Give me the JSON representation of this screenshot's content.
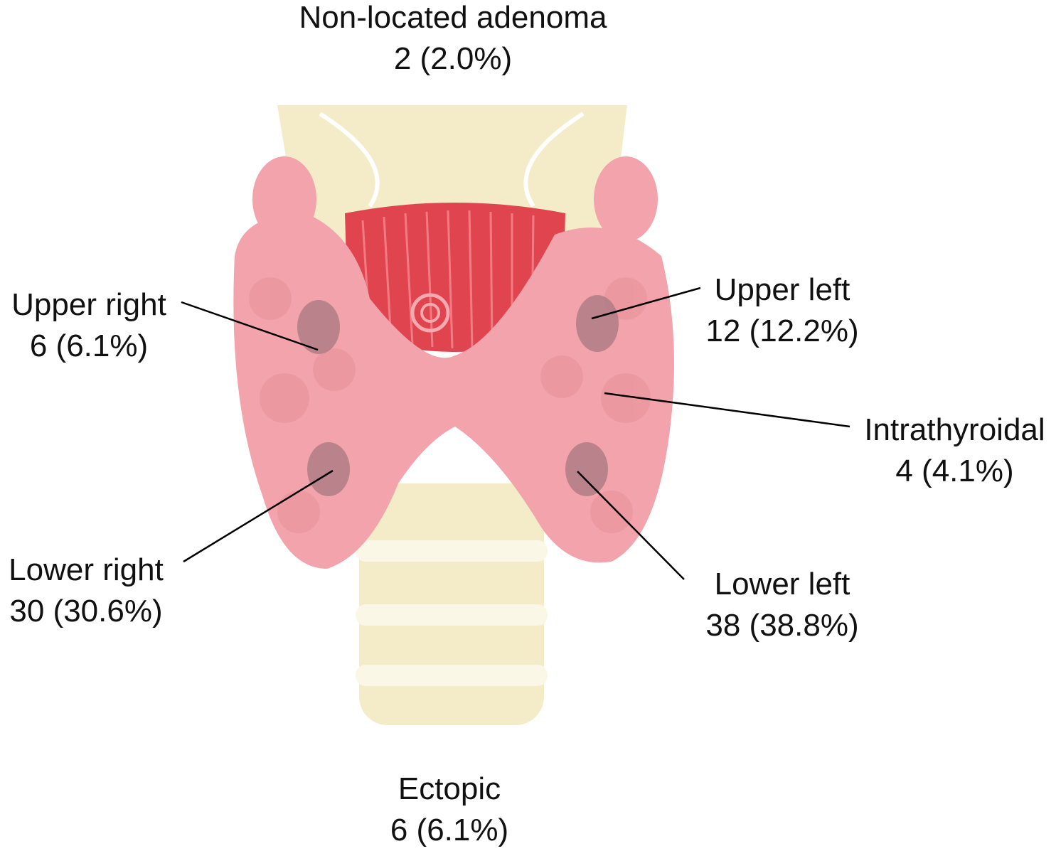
{
  "title": "Parathyroid adenoma locations",
  "colors": {
    "thyroid": "#f2a3ab",
    "trachea": "#f4ecc9",
    "muscle": "#e0454f",
    "nodule": "#a77880",
    "line": "#000000"
  },
  "labels": {
    "non_located": {
      "name": "Non-located adenoma",
      "value": "2 (2.0%)"
    },
    "upper_right": {
      "name": "Upper right",
      "value": "6 (6.1%)"
    },
    "upper_left": {
      "name": "Upper left",
      "value": "12 (12.2%)"
    },
    "intrathyroidal": {
      "name": "Intrathyroidal",
      "value": "4 (4.1%)"
    },
    "lower_right": {
      "name": "Lower right",
      "value": "30 (30.6%)"
    },
    "lower_left": {
      "name": "Lower left",
      "value": "38 (38.8%)"
    },
    "ectopic": {
      "name": "Ectopic",
      "value": "6 (6.1%)"
    }
  }
}
